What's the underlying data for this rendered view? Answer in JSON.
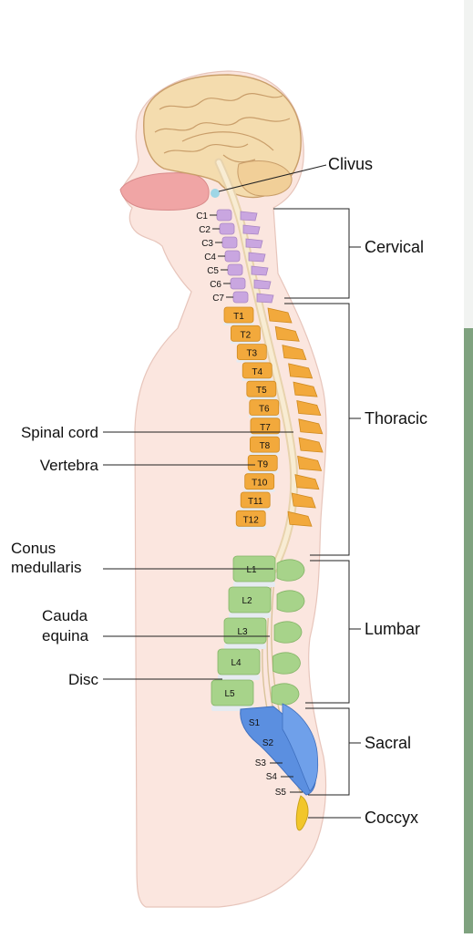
{
  "colors": {
    "cervical": "#c9a6e0",
    "thoracic": "#f2a93c",
    "lumbar": "#a7d38a",
    "sacral": "#5b8fe0",
    "coccyx": "#f2c62a",
    "body": "#fbe6df",
    "brain": "#f4dcae",
    "disc": "#e6ebf1",
    "cord": "#f5e6c8"
  },
  "labels": {
    "clivus": "Clivus",
    "cervical": "Cervical",
    "thoracic": "Thoracic",
    "lumbar": "Lumbar",
    "sacral": "Sacral",
    "coccyx": "Coccyx",
    "spinal_cord": "Spinal cord",
    "vertebra": "Vertebra",
    "conus_line1": "Conus",
    "conus_line2": "medullaris",
    "cauda_line1": "Cauda",
    "cauda_line2": "equina",
    "disc": "Disc"
  },
  "cervical_vertebrae": [
    "C1",
    "C2",
    "C3",
    "C4",
    "C5",
    "C6",
    "C7"
  ],
  "thoracic_vertebrae": [
    "T1",
    "T2",
    "T3",
    "T4",
    "T5",
    "T6",
    "T7",
    "T8",
    "T9",
    "T10",
    "T11",
    "T12"
  ],
  "lumbar_vertebrae": [
    "L1",
    "L2",
    "L3",
    "L4",
    "L5"
  ],
  "sacral_vertebrae": [
    "S1",
    "S2",
    "S3",
    "S4",
    "S5"
  ]
}
